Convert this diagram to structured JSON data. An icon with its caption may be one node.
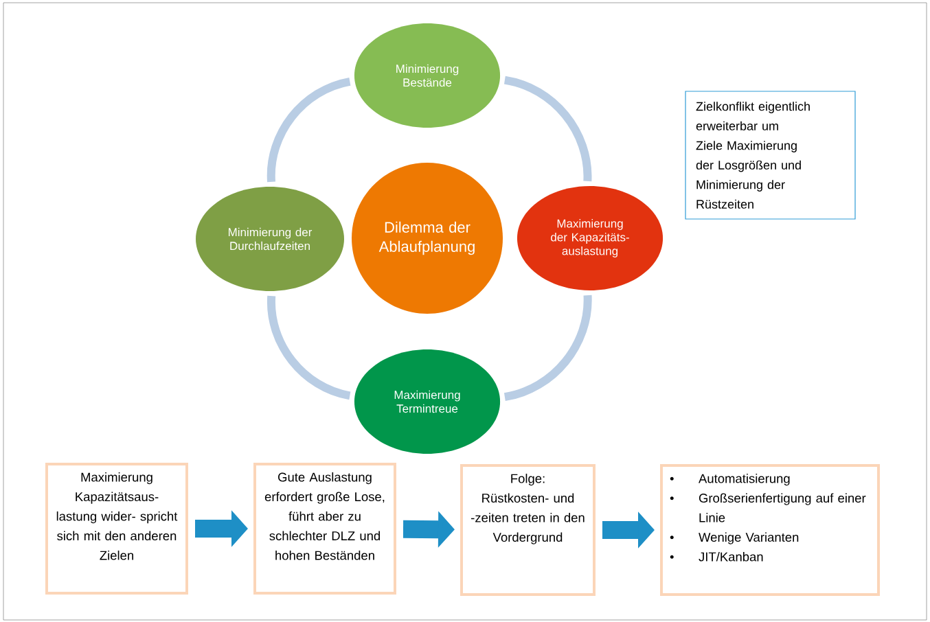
{
  "diagram": {
    "nodes": [
      {
        "text": [
          "Dilemma der Ablaufplanung"
        ]
      },
      {
        "text": [
          "Minimierung Bestände"
        ]
      },
      {
        "text": [
          "Maximierung der Kapazitäts- auslastung"
        ]
      },
      {
        "text": [
          "Maximierung Termintreue"
        ]
      },
      {
        "text": [
          "Minimierung der Durchlaufzeiten"
        ]
      },
      {
        "text": [
          "Zielkonflikt eigentlich erweiterbar um Ziele Maximierung der Losgrößen und Minimierung der Rüstzeiten"
        ]
      },
      {
        "text": [
          "Maximierung Kapazitätsaus- lastung wider- spricht sich mit den anderen Zielen"
        ]
      },
      {
        "text": [
          "Gute Auslastung erfordert große Lose, führt aber zu schlechter DLZ und hohen Beständen"
        ]
      },
      {
        "text": [
          "Folge:",
          "Rüstkosten- und -zeiten treten in den Vordergrund"
        ]
      },
      {
        "text": [
          "Automatisierung",
          "Großserienfertigung auf einer Linie",
          "Wenige Varianten",
          "JIT/Kanban"
        ]
      }
    ],
    "edges": [
      {
        "from": 1,
        "to": 2,
        "arrow": "none"
      },
      {
        "from": 2,
        "to": 3,
        "arrow": "none"
      },
      {
        "from": 3,
        "to": 4,
        "arrow": "none"
      },
      {
        "from": 4,
        "to": 1,
        "arrow": "none"
      },
      {
        "from": 6,
        "to": 7,
        "arrow": "to",
        "style": "thick",
        "color": "#1e8fc6"
      },
      {
        "from": 7,
        "to": 8,
        "arrow": "to",
        "style": "thick",
        "color": "#1e8fc6"
      },
      {
        "from": 8,
        "to": 9,
        "arrow": "to",
        "style": "thick",
        "color": "#1e8fc6"
      }
    ],
    "labels": [
      "•",
      "•",
      "•",
      "•"
    ]
  }
}
